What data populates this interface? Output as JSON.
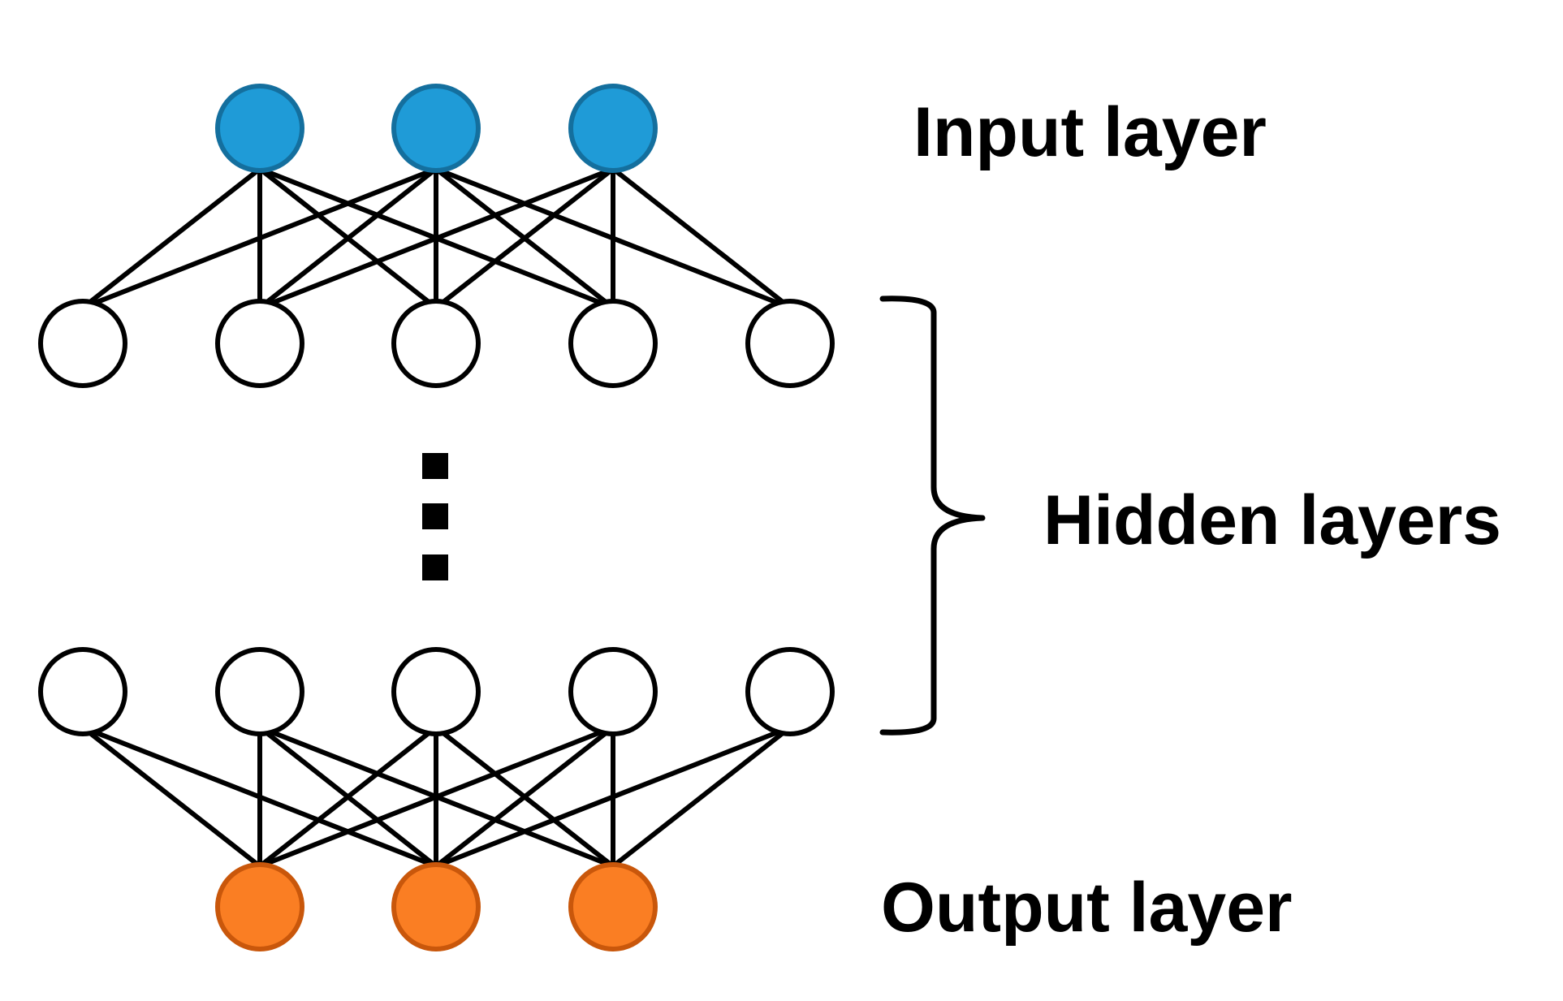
{
  "labels": {
    "input": "Input layer",
    "hidden": "Hidden layers",
    "output": "Output layer"
  },
  "layers": {
    "input": {
      "count": 3
    },
    "hidden_top": {
      "count": 5
    },
    "hidden_bottom": {
      "count": 5
    },
    "output": {
      "count": 3
    }
  },
  "connections": {
    "input_to_hidden_top": [
      [
        0,
        0
      ],
      [
        0,
        1
      ],
      [
        0,
        2
      ],
      [
        0,
        3
      ],
      [
        1,
        0
      ],
      [
        1,
        1
      ],
      [
        1,
        2
      ],
      [
        1,
        3
      ],
      [
        1,
        4
      ],
      [
        2,
        1
      ],
      [
        2,
        2
      ],
      [
        2,
        3
      ],
      [
        2,
        4
      ]
    ],
    "hidden_bottom_to_output": [
      [
        0,
        0
      ],
      [
        0,
        1
      ],
      [
        1,
        0
      ],
      [
        1,
        1
      ],
      [
        1,
        2
      ],
      [
        2,
        0
      ],
      [
        2,
        1
      ],
      [
        2,
        2
      ],
      [
        3,
        0
      ],
      [
        3,
        1
      ],
      [
        3,
        2
      ],
      [
        4,
        1
      ],
      [
        4,
        2
      ]
    ]
  },
  "ellipsis_count": 3,
  "colors": {
    "input_fill": "#1f9bd7",
    "input_stroke": "#146f9e",
    "output_fill": "#fa7e23",
    "output_stroke": "#c9570b",
    "hidden_fill": "#ffffff",
    "line": "#000000"
  }
}
